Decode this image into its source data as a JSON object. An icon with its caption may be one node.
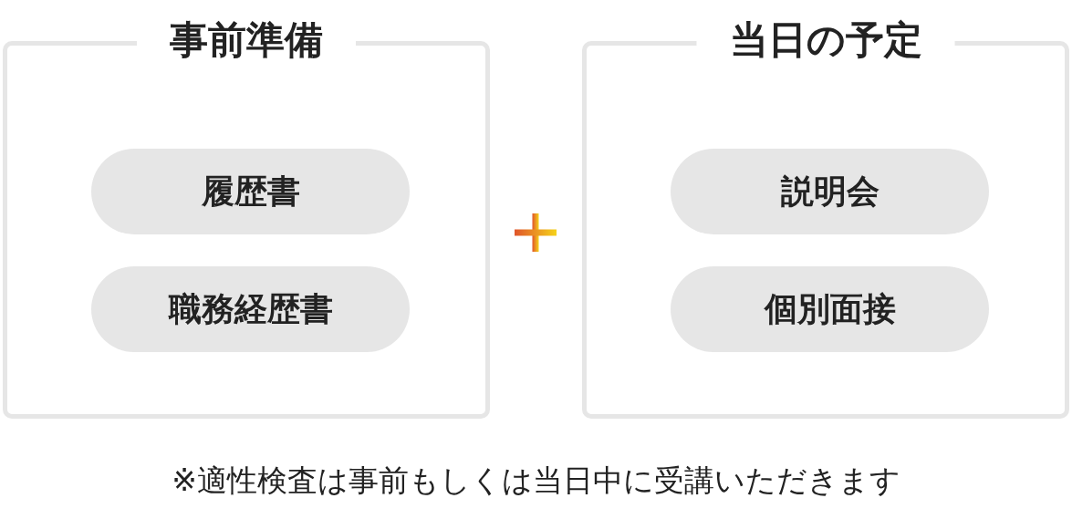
{
  "diagram": {
    "nodes": [
      {
        "text": [
          "事前準備"
        ]
      },
      {
        "text": [
          "履歴書"
        ],
        "in": 0
      },
      {
        "text": [
          "職務経歴書"
        ],
        "in": 0
      },
      {
        "text": [
          "当日の予定"
        ]
      },
      {
        "text": [
          "説明会"
        ],
        "in": 3
      },
      {
        "text": [
          "個別面接"
        ],
        "in": 3
      }
    ],
    "labels": [
      "※適性検査は事前もしくは当日中に受講いただきます"
    ]
  }
}
